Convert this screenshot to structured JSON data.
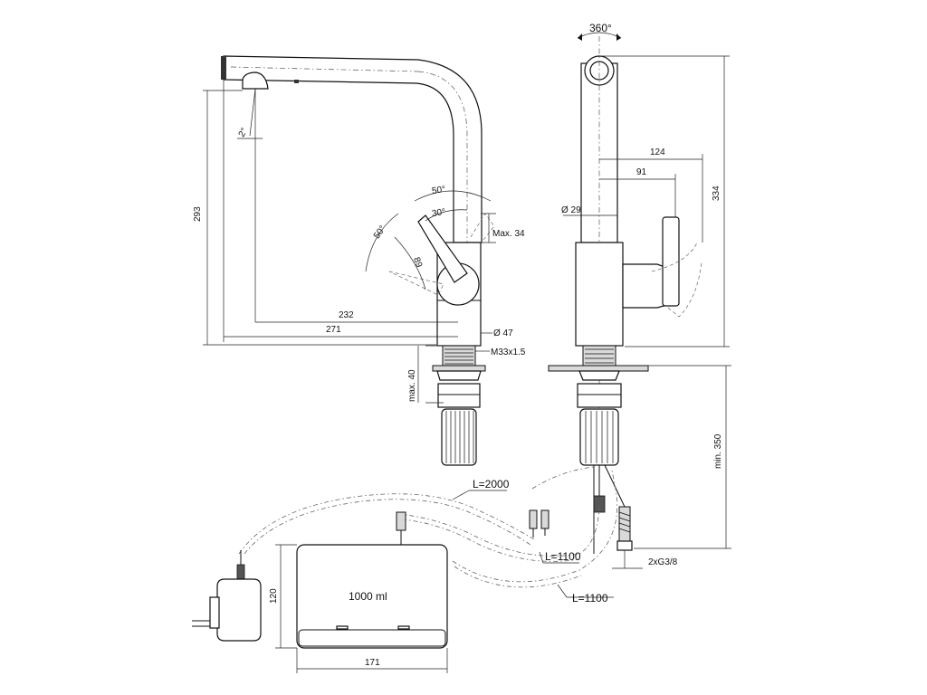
{
  "dimensions": {
    "rotation": "360°",
    "height_293": "293",
    "height_334": "334",
    "reach_232": "232",
    "reach_271": "271",
    "offset_124": "124",
    "offset_91": "91",
    "diameter_29": "Ø 29",
    "diameter_47": "Ø 47",
    "thread": "M33x1.5",
    "max_34": "Max. 34",
    "max_40": "max. 40",
    "min_350": "min. 350",
    "angle_50_top": "50°",
    "angle_30": "30°",
    "angle_50_side": "50°",
    "angle_89": "89",
    "spray_angle": "2°",
    "cable_2000": "L=2000",
    "hose_1100_a": "L=1100",
    "hose_1100_b": "L=1100",
    "connection": "2xG3/8",
    "tank_volume": "1000 ml",
    "tank_height": "120",
    "tank_width": "171"
  }
}
